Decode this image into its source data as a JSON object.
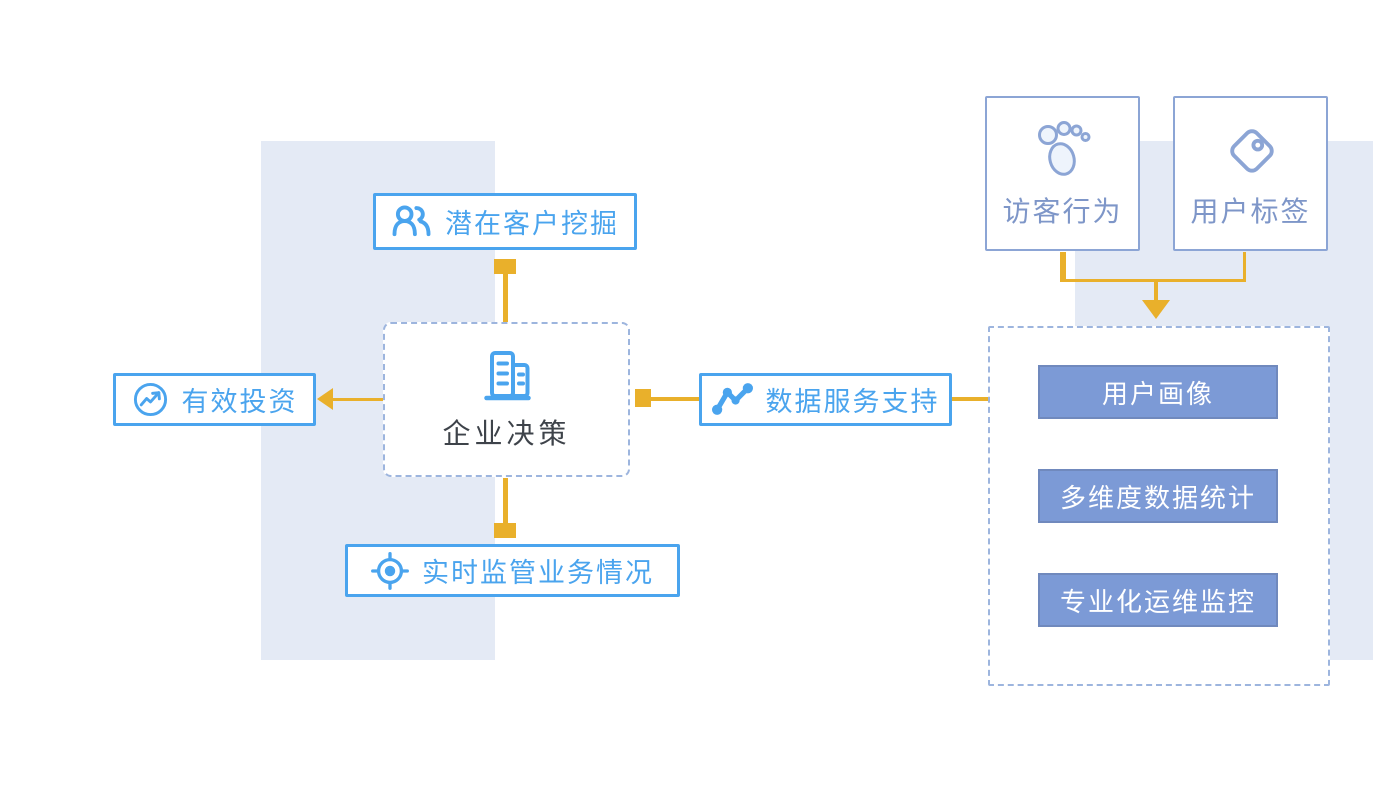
{
  "diagram": {
    "center": {
      "label": "企业决策",
      "icon": "buildings-icon"
    },
    "outcomes": {
      "potential": {
        "label": "潜在客户挖掘",
        "icon": "users-icon"
      },
      "investment": {
        "label": "有效投资",
        "icon": "trend-circle-icon"
      },
      "monitor": {
        "label": "实时监管业务情况",
        "icon": "crosshair-icon"
      }
    },
    "service": {
      "label": "数据服务支持",
      "icon": "nodes-icon"
    },
    "sources": {
      "visitor": {
        "label": "访客行为",
        "icon": "footprints-icon"
      },
      "tag": {
        "label": "用户标签",
        "icon": "tag-icon"
      }
    },
    "capabilities": [
      {
        "label": "用户画像"
      },
      {
        "label": "多维度数据统计"
      },
      {
        "label": "专业化运维监控"
      }
    ]
  },
  "colors": {
    "accent_blue": "#4AA4EE",
    "muted_blue_border": "#8CA5D5",
    "muted_blue_text": "#7E96C8",
    "dashed_border": "#9DB5DE",
    "capability_fill": "#7C9AD6",
    "capability_border": "#7089BD",
    "connector_yellow": "#E9B02B",
    "background_panel": "#E4EAF5",
    "dark_text": "#3E434A"
  }
}
